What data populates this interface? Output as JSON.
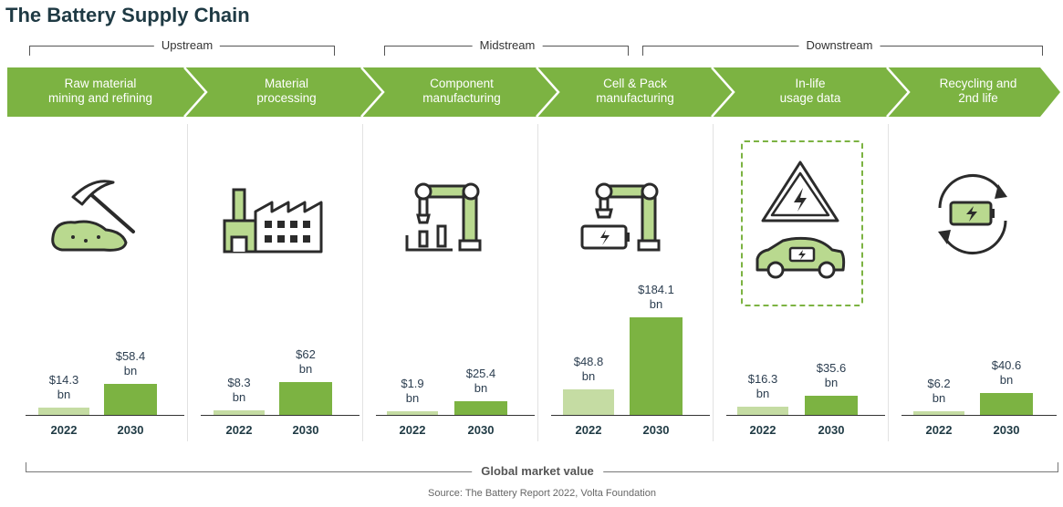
{
  "title": "The Battery Supply Chain",
  "segments": {
    "upstream": "Upstream",
    "midstream": "Midstream",
    "downstream": "Downstream"
  },
  "stages": [
    {
      "line1": "Raw material",
      "line2": "mining and refining"
    },
    {
      "line1": "Material",
      "line2": "processing"
    },
    {
      "line1": "Component",
      "line2": "manufacturing"
    },
    {
      "line1": "Cell & Pack",
      "line2": "manufacturing"
    },
    {
      "line1": "In-life",
      "line2": "usage data"
    },
    {
      "line1": "Recycling and",
      "line2": "2nd life"
    }
  ],
  "icons": [
    "pickaxe-ore-icon",
    "factory-icon",
    "robotic-arm-icon",
    "robotic-arm-battery-icon",
    "warning-ev-icon",
    "battery-recycle-icon"
  ],
  "colors": {
    "stage_green": "#7cb342",
    "bar_2022": "#c5dca3",
    "bar_2030": "#7cb342",
    "icon_stroke": "#2b2b2b",
    "icon_fill": "#b9d98f"
  },
  "chart_data": {
    "type": "bar",
    "categories": [
      "Raw material mining and refining",
      "Material processing",
      "Component manufacturing",
      "Cell & Pack manufacturing",
      "In-life usage data",
      "Recycling and 2nd life"
    ],
    "series": [
      {
        "name": "2022",
        "values": [
          14.3,
          8.3,
          1.9,
          48.8,
          16.3,
          6.2
        ]
      },
      {
        "name": "2030",
        "values": [
          58.4,
          62,
          25.4,
          184.1,
          35.6,
          40.6
        ]
      }
    ],
    "value_labels": {
      "2022": [
        [
          "$14.3",
          "bn"
        ],
        [
          "$8.3",
          "bn"
        ],
        [
          "$1.9",
          "bn"
        ],
        [
          "$48.8",
          "bn"
        ],
        [
          "$16.3",
          "bn"
        ],
        [
          "$6.2",
          "bn"
        ]
      ],
      "2030": [
        [
          "$58.4",
          "bn"
        ],
        [
          "$62",
          "bn"
        ],
        [
          "$25.4",
          "bn"
        ],
        [
          "$184.1",
          "bn"
        ],
        [
          "$35.6",
          "bn"
        ],
        [
          "$40.6",
          "bn"
        ]
      ]
    },
    "year_labels": [
      "2022",
      "2030"
    ],
    "xlabel": "Global market value",
    "ylim": [
      0,
      184.1
    ]
  },
  "source": "Source: The Battery Report 2022, Volta Foundation"
}
